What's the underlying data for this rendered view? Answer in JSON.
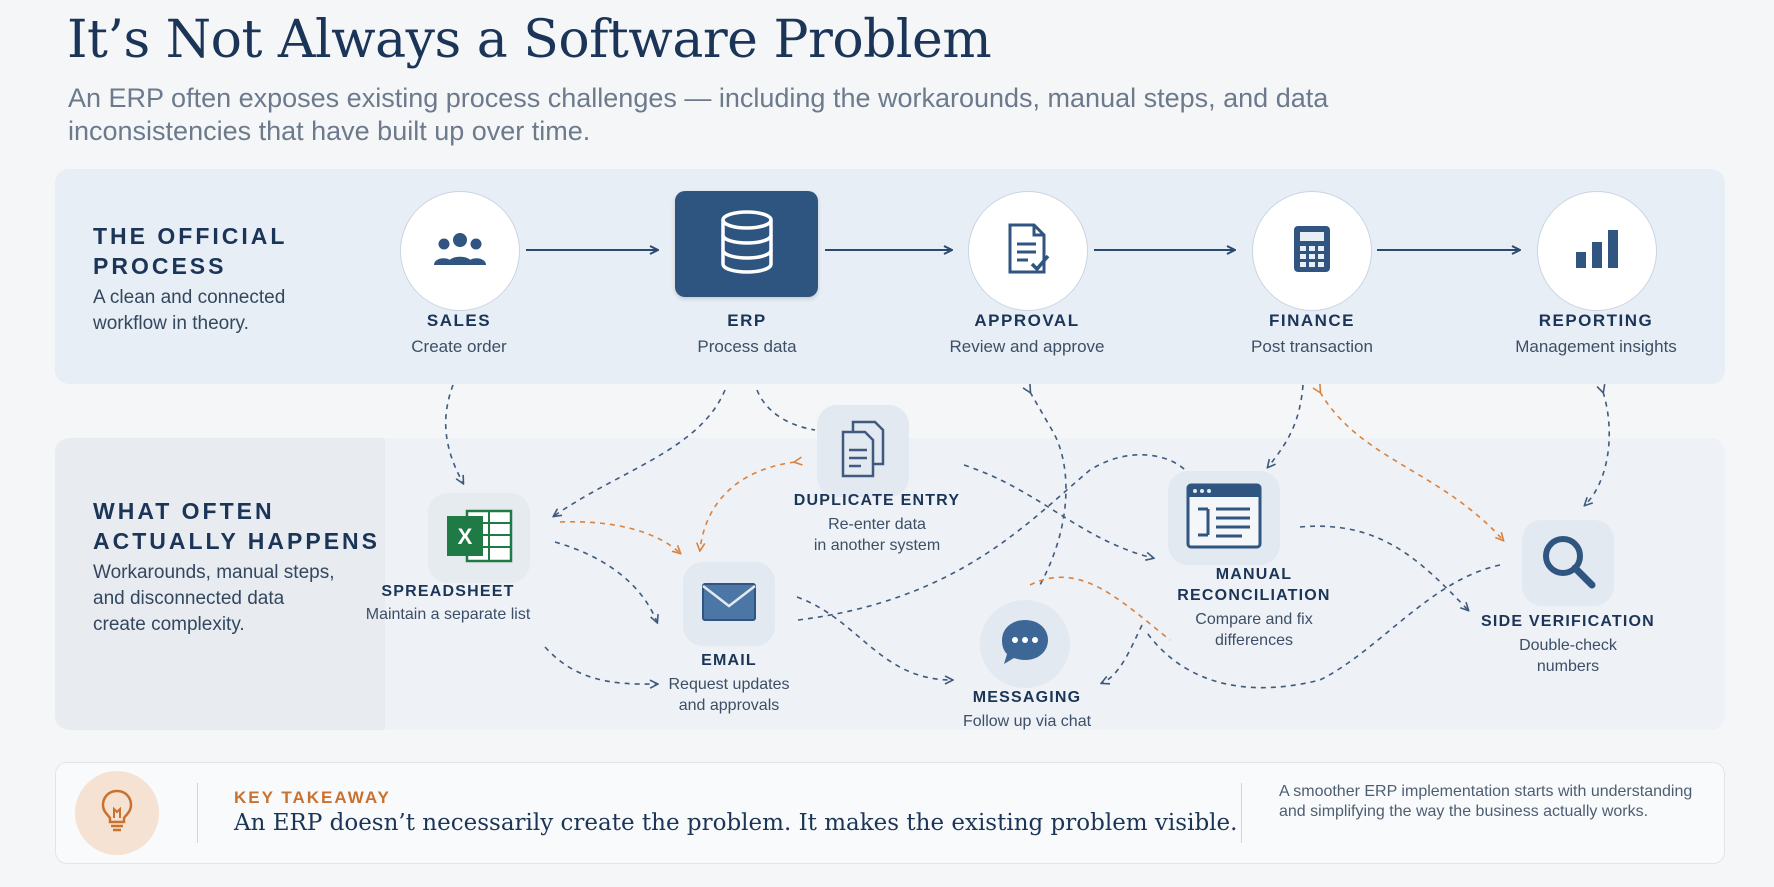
{
  "header": {
    "title": "It’s Not Always a Software Problem",
    "subtitle": "An ERP often exposes existing process challenges — including the workarounds, manual steps, and data inconsistencies that have built up over time."
  },
  "official": {
    "title_line1": "THE OFFICIAL",
    "title_line2": "PROCESS",
    "desc_line1": "A clean and connected",
    "desc_line2": "workflow in theory.",
    "steps": [
      {
        "label": "SALES",
        "sub": "Create order",
        "icon": "people-icon"
      },
      {
        "label": "ERP",
        "sub": "Process data",
        "icon": "database-icon"
      },
      {
        "label": "APPROVAL",
        "sub": "Review and approve",
        "icon": "document-check-icon"
      },
      {
        "label": "FINANCE",
        "sub": "Post transaction",
        "icon": "calculator-icon"
      },
      {
        "label": "REPORTING",
        "sub": "Management insights",
        "icon": "bar-chart-icon"
      }
    ]
  },
  "actual": {
    "title_line1": "WHAT OFTEN",
    "title_line2": "ACTUALLY HAPPENS",
    "desc_line1": "Workarounds, manual steps,",
    "desc_line2": "and disconnected data",
    "desc_line3": "create complexity.",
    "nodes": {
      "spreadsheet": {
        "label": "SPREADSHEET",
        "sub1": "Maintain a separate list",
        "sub2": "",
        "icon": "spreadsheet-icon"
      },
      "duplicate": {
        "label": "DUPLICATE ENTRY",
        "sub1": "Re-enter data",
        "sub2": "in another system",
        "icon": "copy-documents-icon"
      },
      "email": {
        "label": "EMAIL",
        "sub1": "Request updates",
        "sub2": "and approvals",
        "icon": "envelope-icon"
      },
      "messaging": {
        "label": "MESSAGING",
        "sub1": "Follow up via chat",
        "sub2": "",
        "icon": "chat-bubble-icon"
      },
      "reconciliation": {
        "label1": "MANUAL",
        "label2": "RECONCILIATION",
        "sub1": "Compare and fix",
        "sub2": "differences",
        "icon": "window-list-icon"
      },
      "verification": {
        "label": "SIDE VERIFICATION",
        "sub1": "Double-check",
        "sub2": "numbers",
        "icon": "magnifier-icon"
      }
    }
  },
  "takeaway": {
    "label": "KEY TAKEAWAY",
    "text": "An ERP doesn’t necessarily create the problem. It makes the existing problem visible.",
    "side_text": "A smoother ERP implementation starts with understanding and simplifying the way the business actually works.",
    "icon": "lightbulb-icon"
  },
  "colors": {
    "navy": "#1b3558",
    "erp_box": "#2e5580",
    "dashed_blue": "#3f5a7e",
    "dashed_orange": "#d9823f",
    "accent_orange": "#c9712f"
  }
}
